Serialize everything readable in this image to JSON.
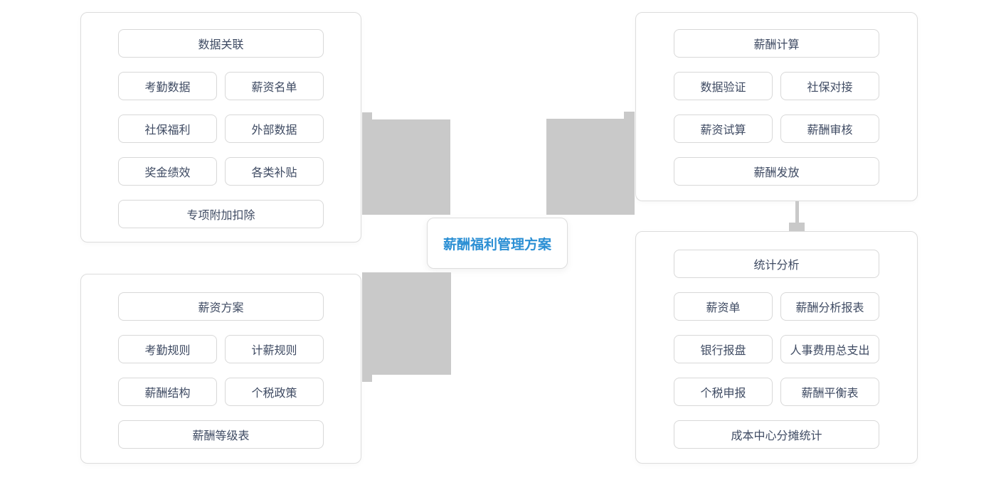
{
  "colors": {
    "accent_blue": "#2b8fd4",
    "node_text": "#3f4b63",
    "panel_border": "#dcdcdc",
    "chip_border": "#d8d8d8",
    "connector_gray": "#c9c9c9",
    "background": "#ffffff"
  },
  "center": {
    "label": "薪酬福利管理方案"
  },
  "panels": {
    "top_left": {
      "rows": [
        [
          "数据关联"
        ],
        [
          "考勤数据",
          "薪资名单"
        ],
        [
          "社保福利",
          "外部数据"
        ],
        [
          "奖金绩效",
          "各类补贴"
        ],
        [
          "专项附加扣除"
        ]
      ]
    },
    "top_right": {
      "rows": [
        [
          "薪酬计算"
        ],
        [
          "数据验证",
          "社保对接"
        ],
        [
          "薪资试算",
          "薪酬审核"
        ],
        [
          "薪酬发放"
        ]
      ]
    },
    "bottom_left": {
      "rows": [
        [
          "薪资方案"
        ],
        [
          "考勤规则",
          "计薪规则"
        ],
        [
          "薪酬结构",
          "个税政策"
        ],
        [
          "薪酬等级表"
        ]
      ]
    },
    "bottom_right": {
      "rows": [
        [
          "统计分析"
        ],
        [
          "薪资单",
          "薪酬分析报表"
        ],
        [
          "银行报盘",
          "人事费用总支出"
        ],
        [
          "个税申报",
          "薪酬平衡表"
        ],
        [
          "成本中心分摊统计"
        ]
      ]
    }
  }
}
